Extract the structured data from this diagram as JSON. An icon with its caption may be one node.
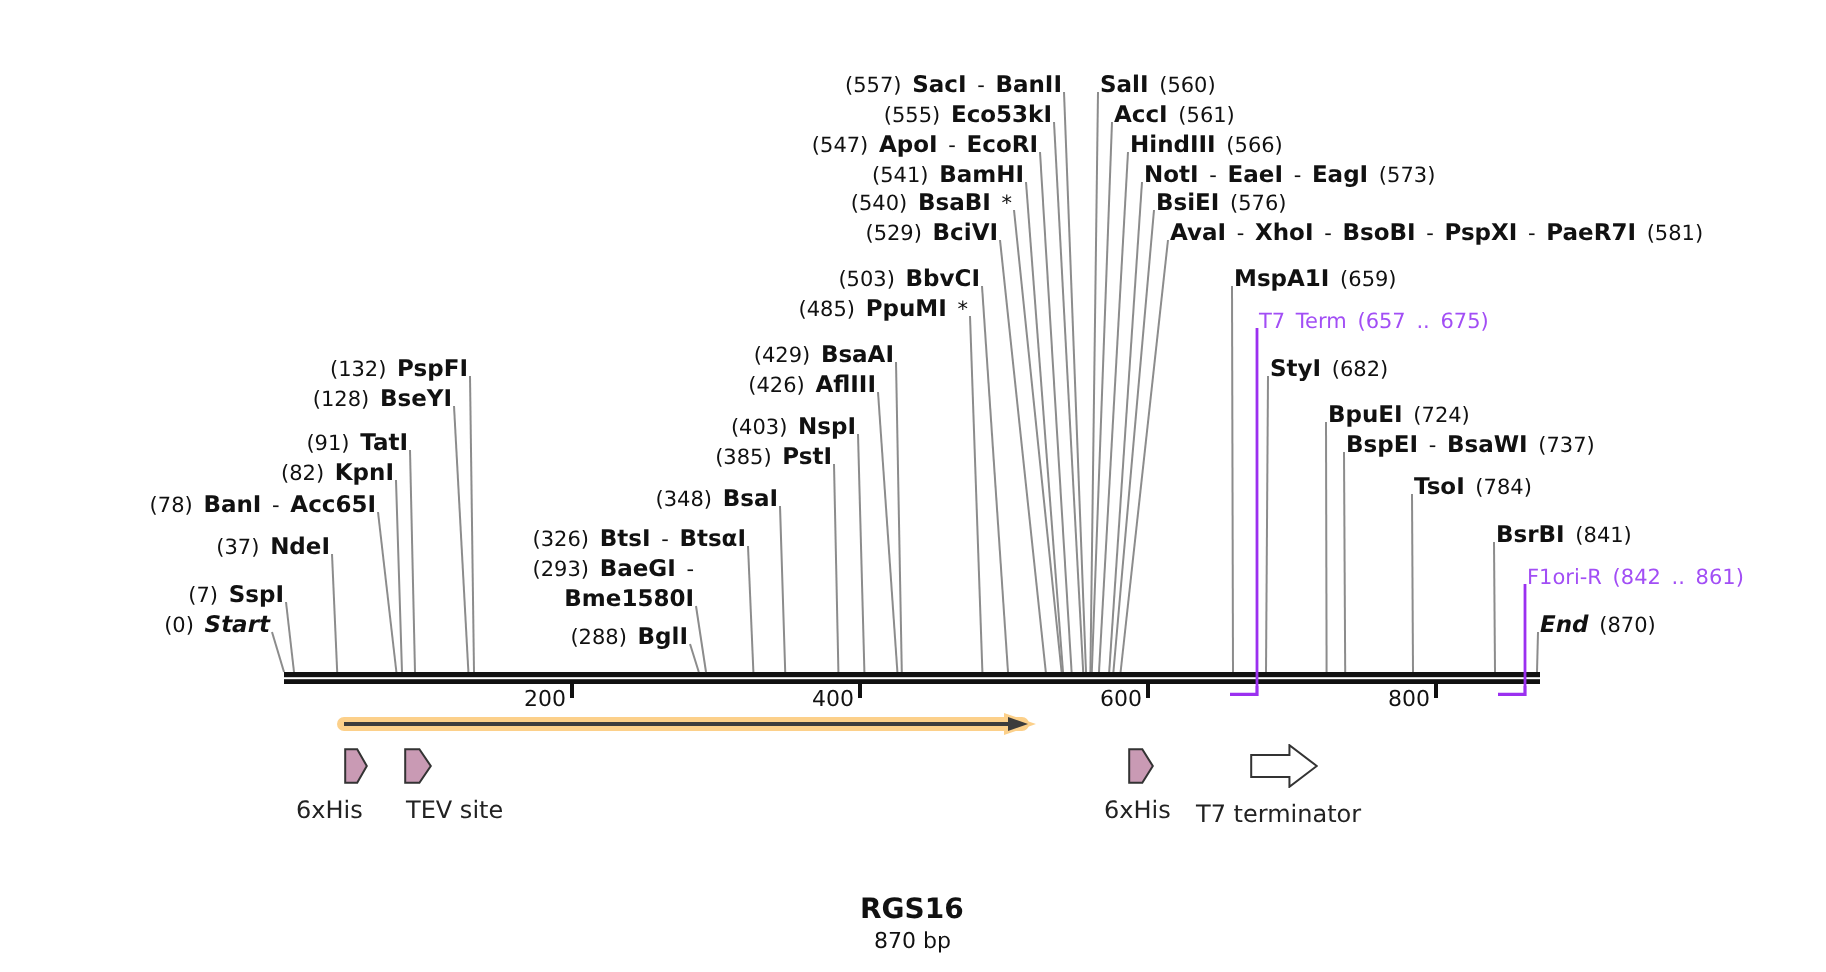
{
  "diagram": {
    "title": "RGS16",
    "nodes": [
      {
        "text": [
          "(557) **SacI** - **BanII**"
        ]
      },
      {
        "text": [
          "**SalI** (560)"
        ]
      },
      {
        "text": [
          "(555) **Eco53kI**"
        ]
      },
      {
        "text": [
          "**AccI** (561)"
        ]
      },
      {
        "text": [
          "(547) **ApoI** - **EcoRI**"
        ]
      },
      {
        "text": [
          "**HindIII** (566)"
        ]
      },
      {
        "text": [
          "(541) **BamHI**"
        ]
      },
      {
        "text": [
          "**NotI** - **EaeI** - **EagI** (573)"
        ]
      },
      {
        "text": [
          "(540) **BsaBI** *"
        ]
      },
      {
        "text": [
          "**BsiEI** (576)"
        ]
      },
      {
        "text": [
          "(529) **BciVI**"
        ]
      },
      {
        "text": [
          "**AvaI** - **XhoI** - **BsoBI** - **PspXI** - **PaeR7I** (581)"
        ]
      },
      {
        "text": [
          "(503) **BbvCI**"
        ]
      },
      {
        "text": [
          "**MspA1I** (659)"
        ]
      },
      {
        "text": [
          "(485) **PpuMI** *"
        ]
      },
      {
        "text": [
          "T7 Term (657 .. 675)"
        ]
      },
      {
        "text": [
          "(429) **BsaAI**"
        ]
      },
      {
        "text": [
          "(132) **PspFI**"
        ]
      },
      {
        "text": [
          "**StyI** (682)"
        ]
      },
      {
        "text": [
          "(426) **AflIII**"
        ]
      },
      {
        "text": [
          "(128) **BseYI**"
        ]
      },
      {
        "text": [
          "**BpuEI** (724)"
        ]
      },
      {
        "text": [
          "(403) **NspI**"
        ]
      },
      {
        "text": [
          "(91) **TatI**"
        ]
      },
      {
        "text": [
          "**BspEI** - **BsaWI** (737)"
        ]
      },
      {
        "text": [
          "(385) **PstI**"
        ]
      },
      {
        "text": [
          "(82) **KpnI**"
        ]
      },
      {
        "text": [
          "**TsoI** (784)"
        ]
      },
      {
        "text": [
          "(78) **BanI** - **Acc65I**"
        ]
      },
      {
        "text": [
          "(348) **BsaI**"
        ]
      },
      {
        "text": [
          "**BsrBI** (841)"
        ]
      },
      {
        "text": [
          "(37) **NdeI**"
        ]
      },
      {
        "text": [
          "(326) **BtsI** - **BtsαI**"
        ]
      },
      {
        "text": [
          "F1ori-R (842 .. 861)"
        ]
      },
      {
        "text": [
          "(7) **SspI**"
        ]
      },
      {
        "text": [
          "(293) **BaeGI** - **Bme1580I**"
        ]
      },
      {
        "text": [
          "(0) *Start*"
        ]
      },
      {
        "text": [
          "(288) **BglI**"
        ]
      },
      {
        "text": [
          "*End* (870)"
        ]
      },
      {
        "text": [],
        "shape": "bar"
      },
      {
        "text": [],
        "shape": "bracket"
      },
      {
        "text": [],
        "shape": "bracket"
      },
      {
        "text": [],
        "shape": "arrow"
      },
      {
        "text": [
          "6xHis"
        ]
      },
      {
        "text": [
          "TEV site"
        ]
      },
      {
        "text": [
          "6xHis"
        ]
      },
      {
        "text": [
          "T7 terminator"
        ]
      }
    ],
    "edges": [
      {
        "from": 0,
        "to": 39,
        "arrow": "none"
      },
      {
        "from": 1,
        "to": 39,
        "arrow": "none"
      },
      {
        "from": 2,
        "to": 39,
        "arrow": "none"
      },
      {
        "from": 3,
        "to": 39,
        "arrow": "none"
      },
      {
        "from": 4,
        "to": 39,
        "arrow": "none"
      },
      {
        "from": 5,
        "to": 39,
        "arrow": "none"
      },
      {
        "from": 6,
        "to": 39,
        "arrow": "none"
      },
      {
        "from": 7,
        "to": 39,
        "arrow": "none"
      },
      {
        "from": 8,
        "to": 39,
        "arrow": "none"
      },
      {
        "from": 9,
        "to": 39,
        "arrow": "none"
      },
      {
        "from": 10,
        "to": 39,
        "arrow": "none"
      },
      {
        "from": 11,
        "to": 39,
        "arrow": "none"
      },
      {
        "from": 12,
        "to": 39,
        "arrow": "none"
      },
      {
        "from": 13,
        "to": 39,
        "arrow": "none"
      },
      {
        "from": 14,
        "to": 39,
        "arrow": "none"
      },
      {
        "from": 15,
        "to": 40,
        "arrow": "none",
        "color": "#9b30f0"
      },
      {
        "from": 16,
        "to": 39,
        "arrow": "none"
      },
      {
        "from": 17,
        "to": 39,
        "arrow": "none"
      },
      {
        "from": 18,
        "to": 39,
        "arrow": "none"
      },
      {
        "from": 19,
        "to": 39,
        "arrow": "none"
      },
      {
        "from": 20,
        "to": 39,
        "arrow": "none"
      },
      {
        "from": 21,
        "to": 39,
        "arrow": "none"
      },
      {
        "from": 22,
        "to": 39,
        "arrow": "none"
      },
      {
        "from": 23,
        "to": 39,
        "arrow": "none"
      },
      {
        "from": 24,
        "to": 39,
        "arrow": "none"
      },
      {
        "from": 25,
        "to": 39,
        "arrow": "none"
      },
      {
        "from": 26,
        "to": 39,
        "arrow": "none"
      },
      {
        "from": 27,
        "to": 39,
        "arrow": "none"
      },
      {
        "from": 28,
        "to": 39,
        "arrow": "none"
      },
      {
        "from": 29,
        "to": 39,
        "arrow": "none"
      },
      {
        "from": 30,
        "to": 39,
        "arrow": "none"
      },
      {
        "from": 31,
        "to": 39,
        "arrow": "none"
      },
      {
        "from": 32,
        "to": 39,
        "arrow": "none"
      },
      {
        "from": 33,
        "to": 41,
        "arrow": "none",
        "color": "#9b30f0"
      },
      {
        "from": 34,
        "to": 39,
        "arrow": "none"
      },
      {
        "from": 35,
        "to": 39,
        "arrow": "none"
      },
      {
        "from": 36,
        "to": 39,
        "arrow": "none"
      },
      {
        "from": 37,
        "to": 39,
        "arrow": "none"
      },
      {
        "from": 38,
        "to": 39,
        "arrow": "none"
      }
    ],
    "labels": [
      "200",
      "400",
      "600",
      "800",
      "870 bp"
    ]
  }
}
